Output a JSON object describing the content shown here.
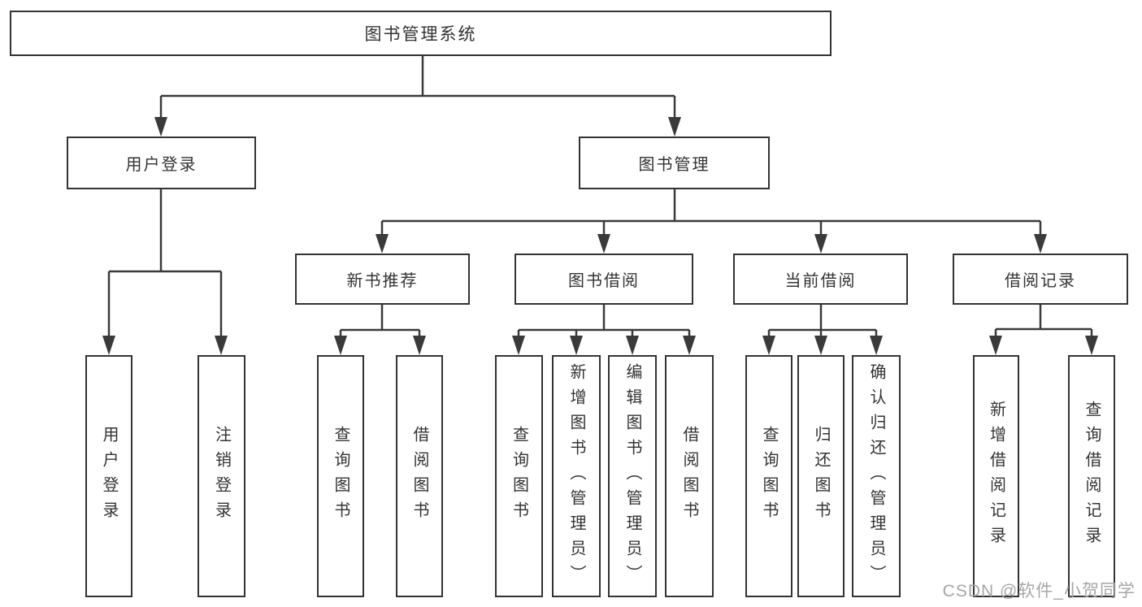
{
  "tree": {
    "label": "图书管理系统",
    "children": [
      {
        "label": "用户登录",
        "children": [
          {
            "label": "用户登录"
          },
          {
            "label": "注销登录"
          }
        ]
      },
      {
        "label": "图书管理",
        "children": [
          {
            "label": "新书推荐",
            "children": [
              {
                "label": "查询图书"
              },
              {
                "label": "借阅图书"
              }
            ]
          },
          {
            "label": "图书借阅",
            "children": [
              {
                "label": "查询图书"
              },
              {
                "label": "新增图书（管理员）"
              },
              {
                "label": "编辑图书（管理员）"
              },
              {
                "label": "借阅图书"
              }
            ]
          },
          {
            "label": "当前借阅",
            "children": [
              {
                "label": "查询图书"
              },
              {
                "label": "归还图书"
              },
              {
                "label": "确认归还（管理员）"
              }
            ]
          },
          {
            "label": "借阅记录",
            "children": [
              {
                "label": "新增借阅记录"
              },
              {
                "label": "查询借阅记录"
              }
            ]
          }
        ]
      }
    ]
  },
  "watermark": {
    "text": "CSDN @软件_小贺同学"
  },
  "colors": {
    "line": "#3a3a3a",
    "box_border": "#333333",
    "text": "#333333",
    "background": "#ffffff",
    "watermark": "#a6a6a6"
  }
}
